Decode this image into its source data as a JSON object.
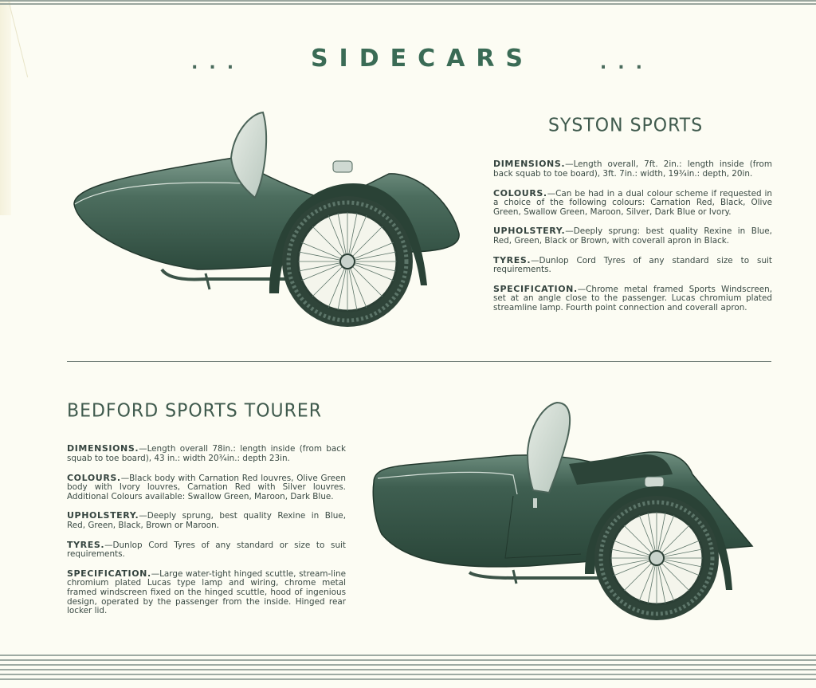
{
  "page": {
    "title_dots_left": "...",
    "title": "SIDECARS",
    "title_dots_right": "...",
    "colors": {
      "background": "#fcfcf3",
      "title_green": "#3a6b55",
      "body_text": "#3a4a44",
      "sidecar_body": "#3d5c4e"
    }
  },
  "models": [
    {
      "name": "SYSTON SPORTS",
      "illustration": "syston-sports-sidecar-illustration",
      "specs": [
        {
          "label": "DIMENSIONS.",
          "text": "—Length overall, 7ft. 2in.: length inside (from back squab to toe board), 3ft. 7in.: width, 19¾in.: depth, 20in."
        },
        {
          "label": "COLOURS.",
          "text": "—Can be had in a dual colour scheme if requested in a choice of the following colours: Carnation Red, Black, Olive Green, Swallow Green, Maroon, Silver, Dark Blue or Ivory."
        },
        {
          "label": "UPHOLSTERY.",
          "text": "—Deeply sprung: best quality Rexine in Blue, Red, Green, Black or Brown, with coverall apron in Black."
        },
        {
          "label": "TYRES.",
          "text": "—Dunlop Cord Tyres of any standard size to suit requirements."
        },
        {
          "label": "SPECIFICATION.",
          "text": "—Chrome metal framed Sports Windscreen, set at an angle close to the passenger.  Lucas chromium plated streamline lamp.  Fourth point connection and coverall apron."
        }
      ]
    },
    {
      "name": "BEDFORD SPORTS TOURER",
      "illustration": "bedford-sports-tourer-sidecar-illustration",
      "specs": [
        {
          "label": "DIMENSIONS.",
          "text": "—Length overall 78in.: length inside (from back squab to toe board), 43 in.: width 20¾in.: depth 23in."
        },
        {
          "label": "COLOURS.",
          "text": "—Black body with Carnation Red louvres, Olive Green body with Ivory louvres, Carnation Red with Silver louvres.  Additional Colours available: Swallow Green, Maroon, Dark Blue."
        },
        {
          "label": "UPHOLSTERY.",
          "text": "—Deeply sprung, best quality Rexine in Blue, Red, Green, Black, Brown or Maroon."
        },
        {
          "label": "TYRES.",
          "text": "—Dunlop Cord Tyres of any standard or size to suit requirements."
        },
        {
          "label": "SPECIFICATION.",
          "text": "—Large water-tight hinged scuttle, stream-line chromium plated Lucas type lamp and wiring, chrome metal framed windscreen fixed on the hinged scuttle, hood of ingenious design, operated by the passenger from the inside.  Hinged rear locker lid."
        }
      ]
    }
  ]
}
